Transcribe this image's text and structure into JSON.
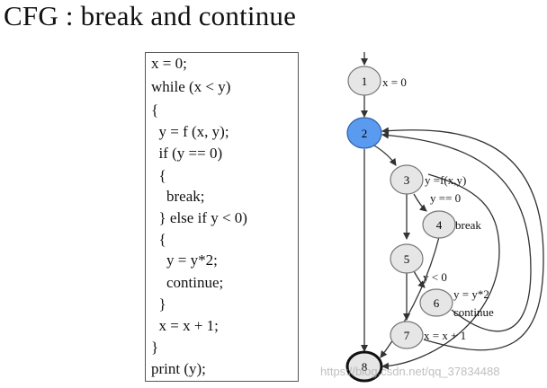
{
  "title": "CFG : break and continue",
  "code_lines": [
    "x = 0;",
    "while (x < y)",
    "{",
    "  y = f (x, y);",
    "  if (y == 0)",
    "  {",
    "    break;",
    "  } else if y < 0)",
    "  {",
    "    y = y*2;",
    "    continue;",
    "  }",
    "  x = x + 1;",
    "}",
    "print (y);"
  ],
  "nodes": [
    {
      "id": "1",
      "label": "1",
      "note": "x = 0",
      "fill": "#e6e6e6"
    },
    {
      "id": "2",
      "label": "2",
      "note": "",
      "fill": "#5b9bef"
    },
    {
      "id": "3",
      "label": "3",
      "note": "y =f(x,y)",
      "fill": "#e6e6e6"
    },
    {
      "id": "4",
      "label": "4",
      "note": "break",
      "fill": "#e6e6e6"
    },
    {
      "id": "5",
      "label": "5",
      "note": "",
      "fill": "#e6e6e6"
    },
    {
      "id": "6",
      "label": "6",
      "note": "y = y*2",
      "note2": "continue",
      "fill": "#e6e6e6"
    },
    {
      "id": "7",
      "label": "7",
      "note": "x = x + 1",
      "fill": "#e6e6e6"
    },
    {
      "id": "8",
      "label": "8",
      "note": "",
      "fill": "#e6e6e6"
    }
  ],
  "edge_labels": {
    "y_eq_0": "y == 0",
    "y_lt_0": "y < 0"
  },
  "watermark": "https://blog.csdn.net/qq_37834488"
}
